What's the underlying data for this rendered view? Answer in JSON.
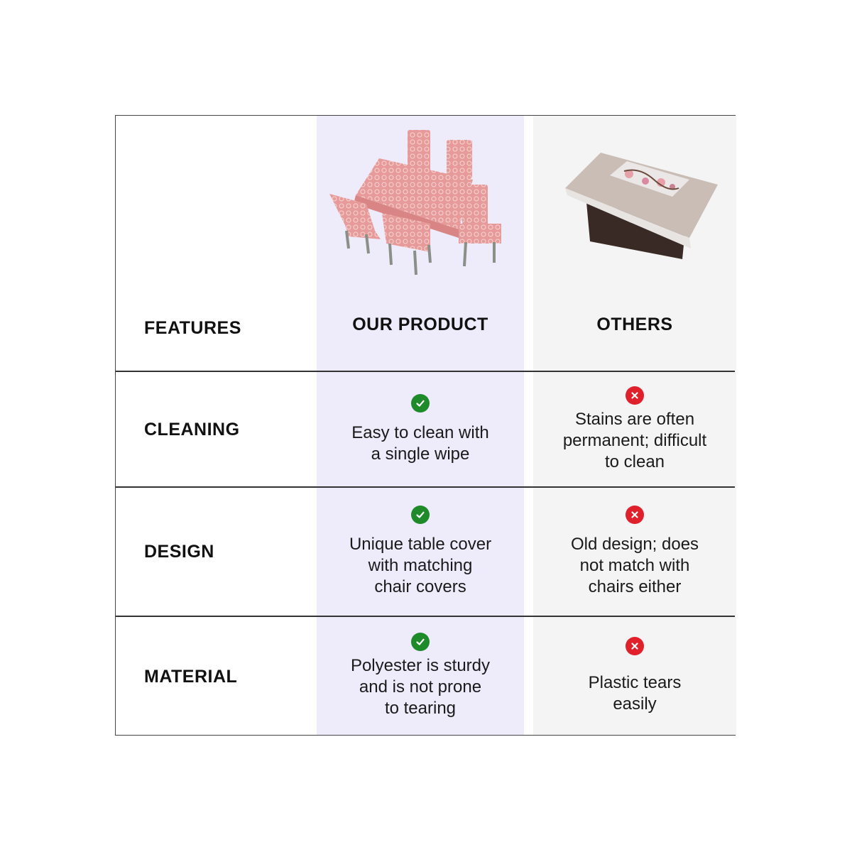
{
  "header": {
    "features_label": "FEATURES",
    "our_product_label": "OUR PRODUCT",
    "others_label": "OTHERS",
    "our_product_image": "pink-table-cover-with-six-chair-covers",
    "others_image": "lace-plastic-table-cover-on-dark-wood-table"
  },
  "rows": [
    {
      "feature": "CLEANING",
      "ours": {
        "icon": "check-circle-icon",
        "text_lines": [
          "Easy to clean with",
          "a single wipe"
        ]
      },
      "others": {
        "icon": "x-circle-icon",
        "text_lines": [
          "Stains are often",
          "permanent; difficult",
          "to clean"
        ]
      }
    },
    {
      "feature": "DESIGN",
      "ours": {
        "icon": "check-circle-icon",
        "text_lines": [
          "Unique table cover",
          "with matching",
          "chair covers"
        ]
      },
      "others": {
        "icon": "x-circle-icon",
        "text_lines": [
          "Old design; does",
          "not match with",
          "chairs either"
        ]
      }
    },
    {
      "feature": "MATERIAL",
      "ours": {
        "icon": "check-circle-icon",
        "text_lines": [
          "Polyester is sturdy",
          "and is not prone",
          "to tearing"
        ]
      },
      "others": {
        "icon": "x-circle-icon",
        "text_lines": [
          "Plastic tears",
          "easily"
        ]
      }
    }
  ],
  "colors": {
    "ours_column_bg": "#eeecfb",
    "others_column_bg": "#f4f4f4",
    "check_green": "#1e8a2a",
    "cross_red": "#e0202a",
    "border": "#333333"
  }
}
